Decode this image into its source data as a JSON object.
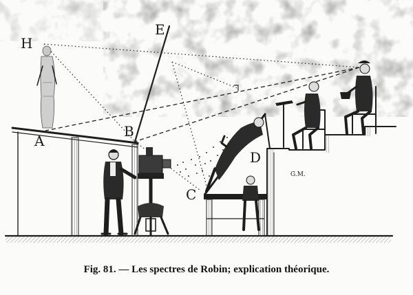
{
  "labels": {
    "h": "H",
    "e": "E",
    "a": "A",
    "b": "B",
    "c": "C",
    "d": "D",
    "signature": "G.M."
  },
  "caption": "Fig. 81. — Les spectres de Robin; explication théorique."
}
